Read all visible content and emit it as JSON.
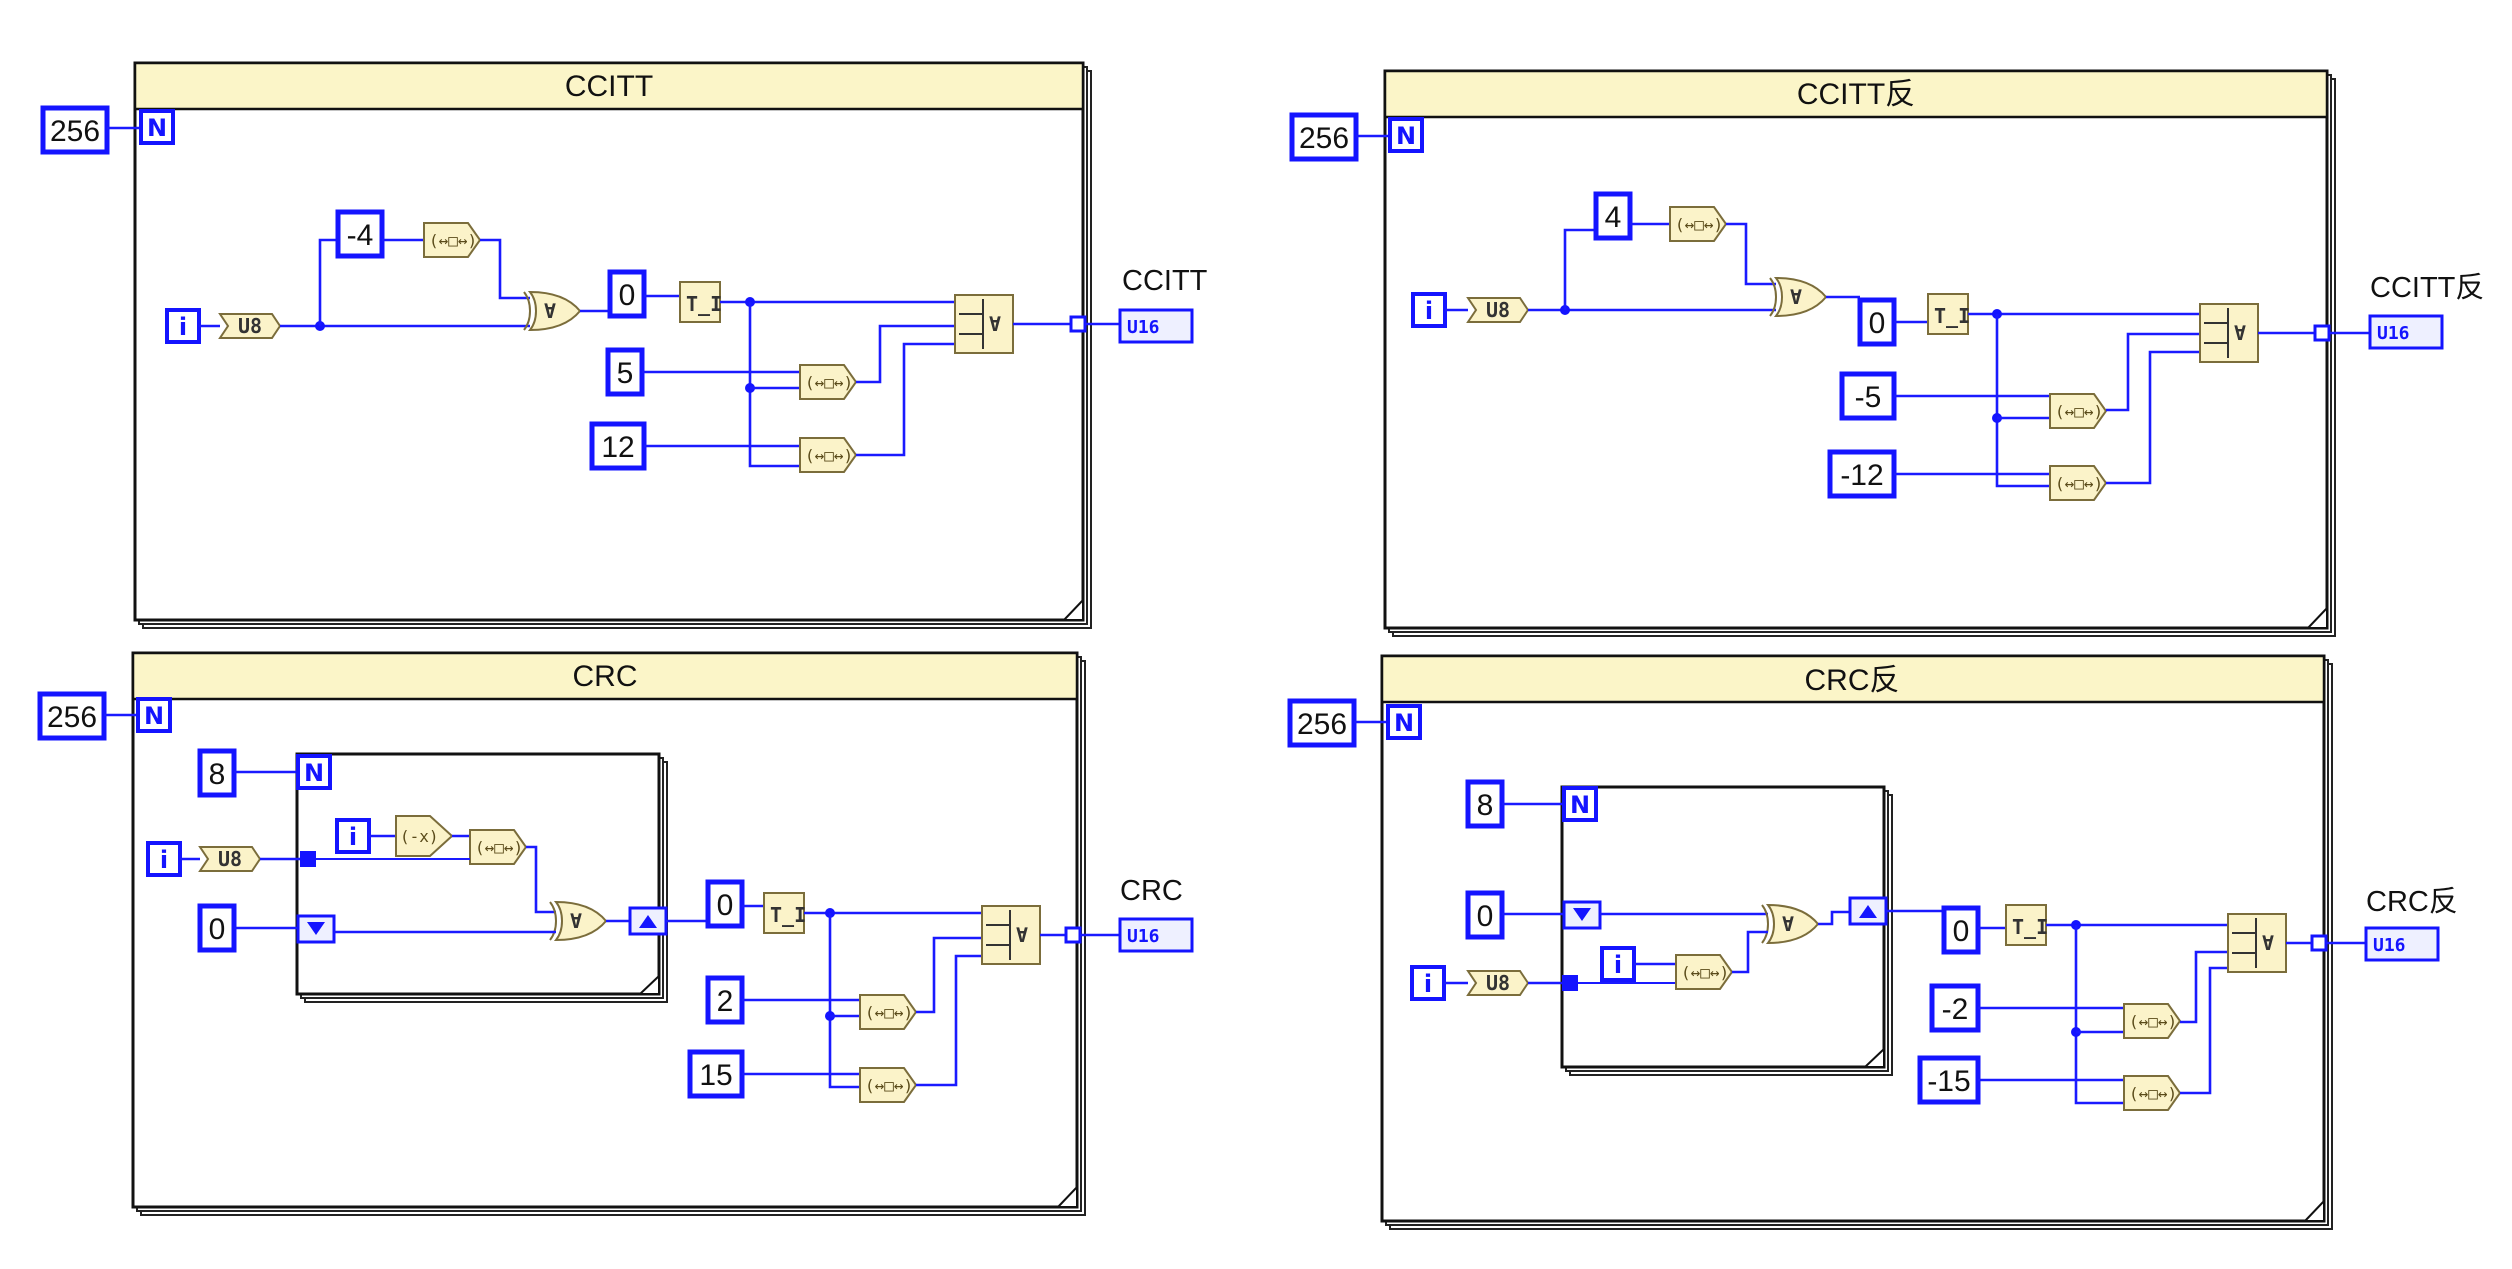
{
  "panels": [
    {
      "title": "CCITT",
      "n_const": "256",
      "n_label": "N",
      "i_label": "i",
      "cast_label": "U8",
      "shift_const": "-4",
      "init_const": "0",
      "shift_a": "5",
      "shift_b": "12",
      "output_label": "CCITT",
      "output_type": "U16"
    },
    {
      "title": "CCITT反",
      "n_const": "256",
      "n_label": "N",
      "i_label": "i",
      "cast_label": "U8",
      "shift_const": "4",
      "init_const": "0",
      "shift_a": "-5",
      "shift_b": "-12",
      "output_label": "CCITT反",
      "output_type": "U16"
    },
    {
      "title": "CRC",
      "n_const": "256",
      "n_label": "N",
      "i_label": "i",
      "cast_label": "U8",
      "inner_n_const": "8",
      "inner_n_label": "N",
      "inner_i_label": "i",
      "negate_label": "(-x)",
      "init_const": "0",
      "inner_init_const": "0",
      "shift_a": "2",
      "shift_b": "15",
      "output_label": "CRC",
      "output_type": "U16"
    },
    {
      "title": "CRC反",
      "n_const": "256",
      "n_label": "N",
      "i_label": "i",
      "cast_label": "U8",
      "inner_n_const": "8",
      "inner_n_label": "N",
      "inner_i_label": "i",
      "init_const": "0",
      "inner_init_const": "0",
      "shift_a": "-2",
      "shift_b": "-15",
      "output_label": "CRC反",
      "output_type": "U16"
    }
  ],
  "icons": {
    "shift": "logical-shift-icon",
    "xor": "exclusive-or-icon",
    "swap": "swap-bytes-icon",
    "build": "build-array-icon",
    "negate": "negate-icon",
    "shift_register_up": "shift-register-right-icon",
    "shift_register_down": "shift-register-left-icon",
    "auto_index": "auto-indexing-tunnel-icon"
  },
  "colors": {
    "wire": "#1a1aff",
    "title_bar": "#fbf5c8",
    "node": "#fbf3c9"
  }
}
